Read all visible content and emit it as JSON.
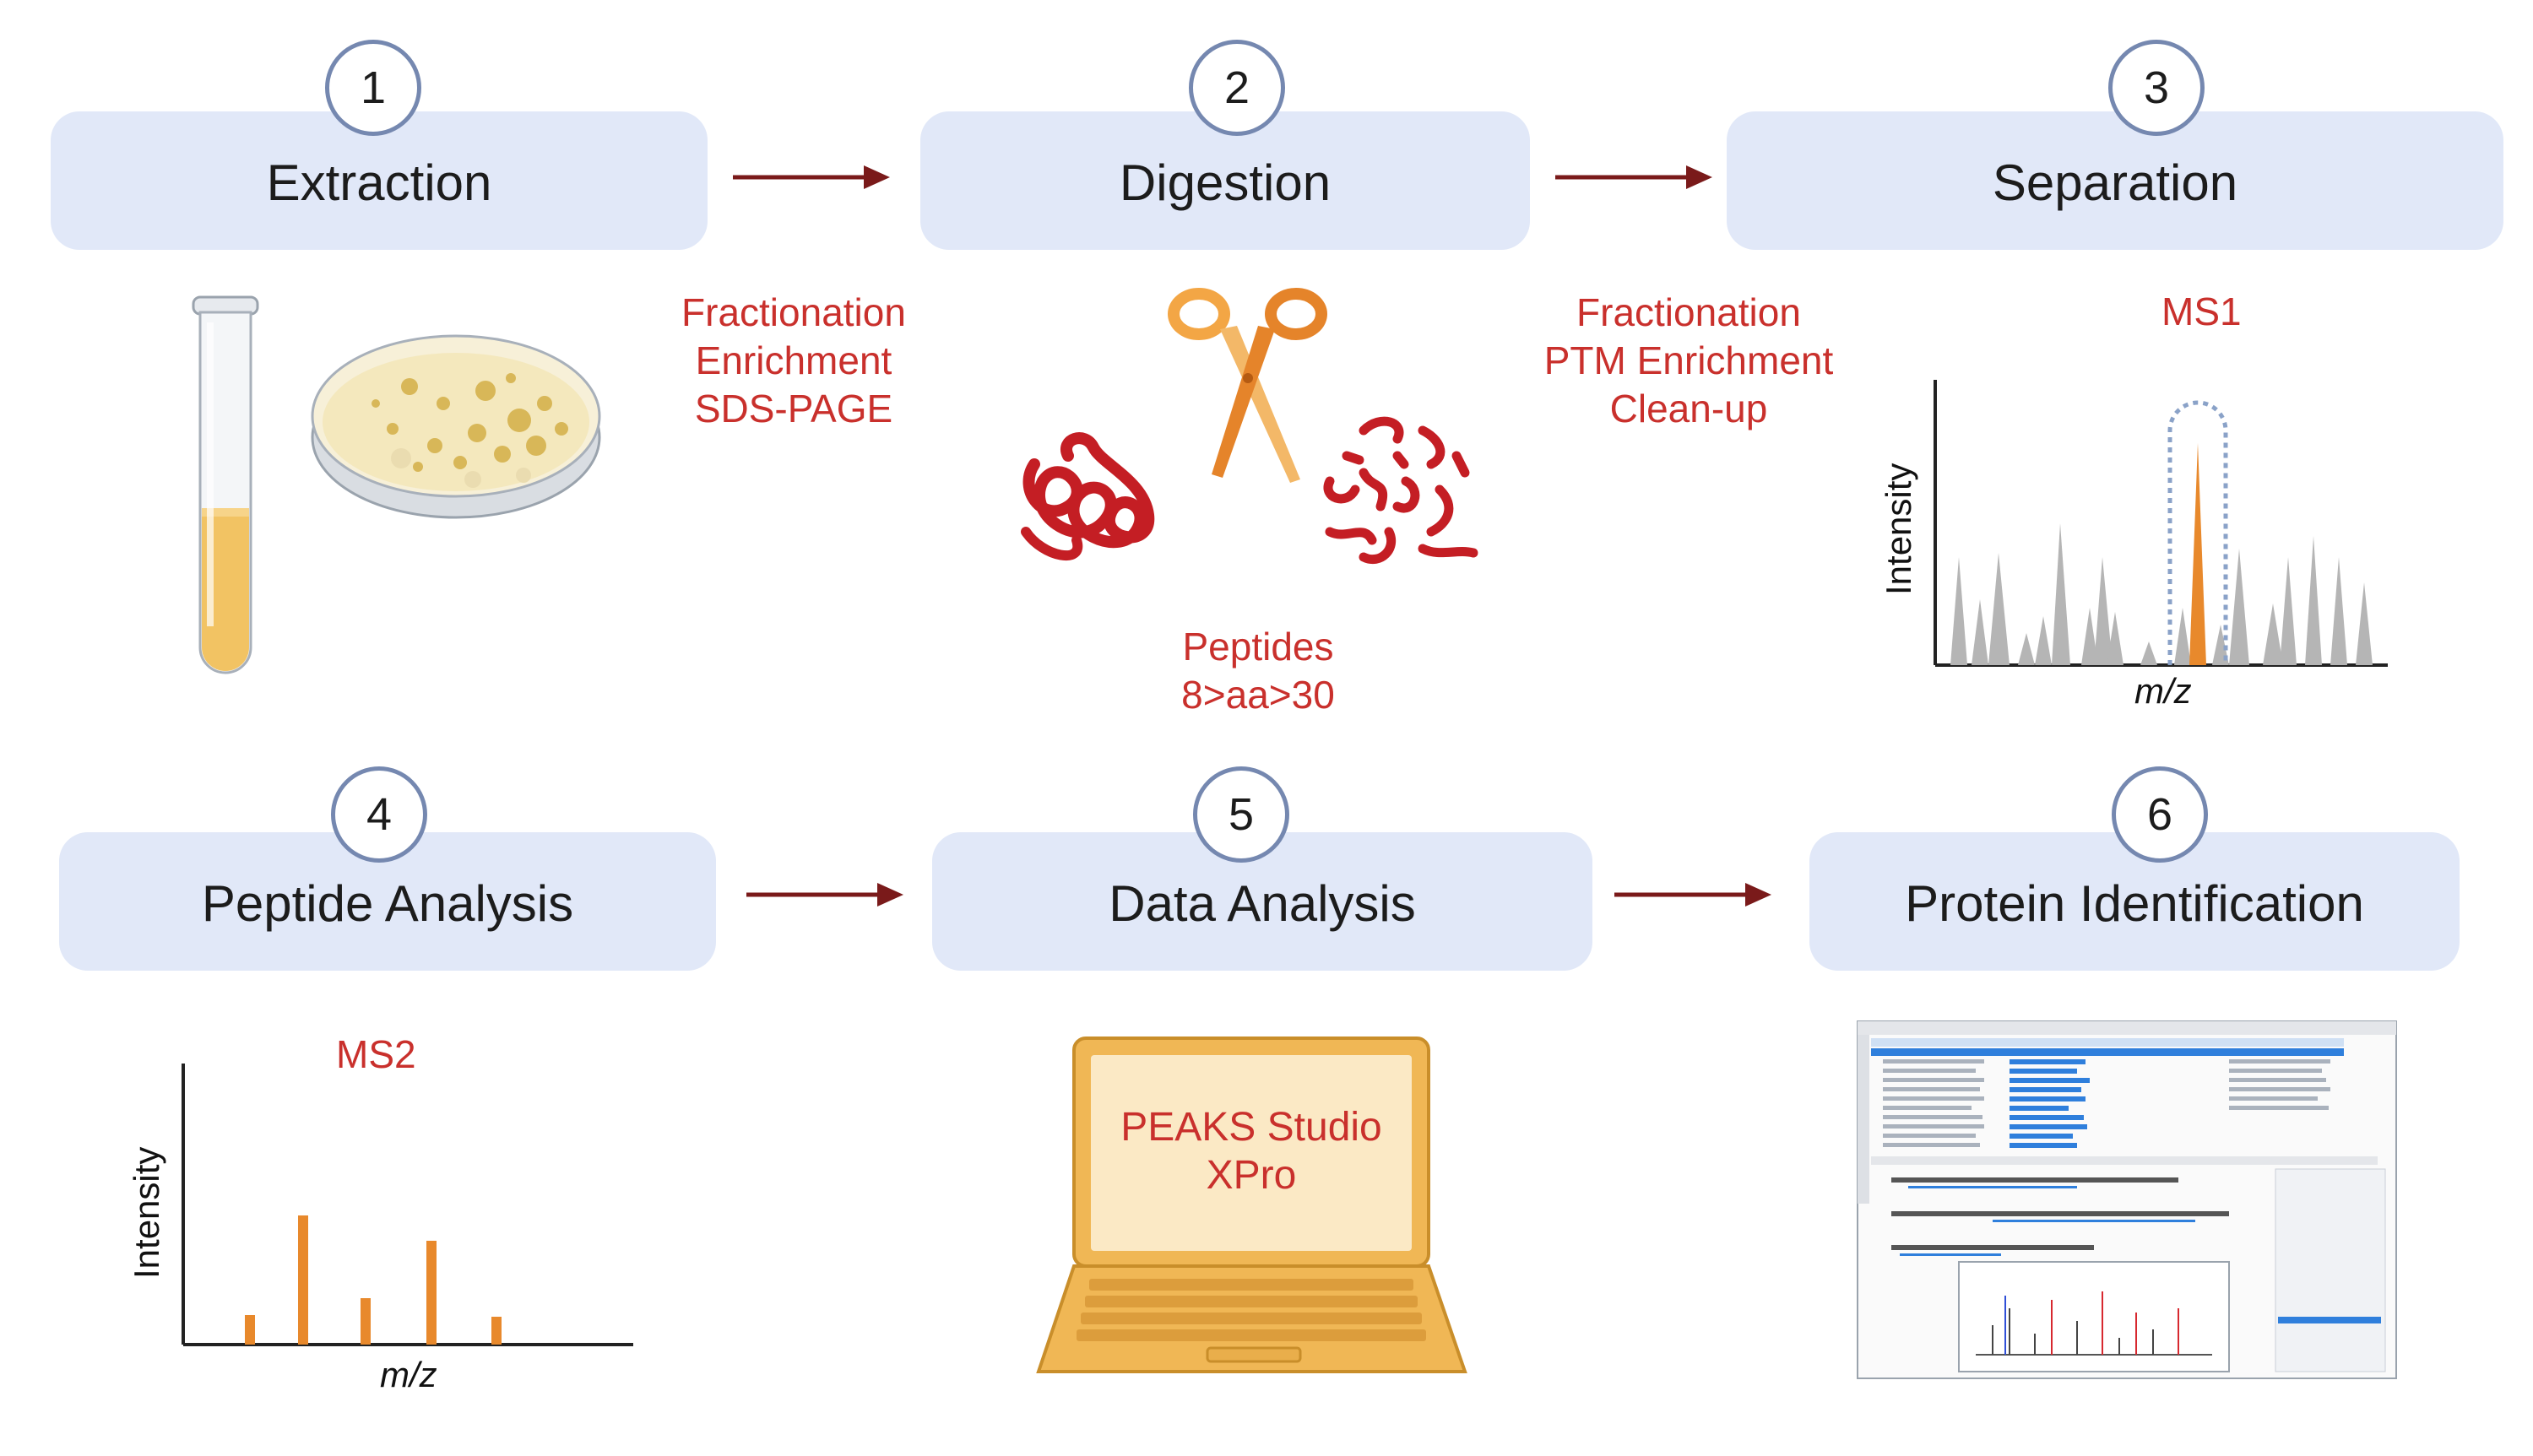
{
  "steps": [
    {
      "number": "1",
      "title": "Extraction"
    },
    {
      "number": "2",
      "title": "Digestion"
    },
    {
      "number": "3",
      "title": "Separation"
    },
    {
      "number": "4",
      "title": "Peptide Analysis"
    },
    {
      "number": "5",
      "title": "Data Analysis"
    },
    {
      "number": "6",
      "title": "Protein Identification"
    }
  ],
  "notes": {
    "after_extraction": [
      "Fractionation",
      "Enrichment",
      "SDS-PAGE"
    ],
    "after_digestion": [
      "Fractionation",
      "PTM Enrichment",
      "Clean-up"
    ],
    "peptides": [
      "Peptides",
      "8>aa>30"
    ]
  },
  "ms1": {
    "title": "MS1",
    "ylabel": "Intensity",
    "xlabel": "m/z"
  },
  "ms2": {
    "title": "MS2",
    "ylabel": "Intensity",
    "xlabel": "m/z"
  },
  "laptop": {
    "line1": "PEAKS Studio",
    "line2": "XPro"
  },
  "colors": {
    "box": "#e1e8f8",
    "badge_border": "#7588b0",
    "accent_red": "#c9302c",
    "arrow": "#7a1a1a",
    "peak_orange": "#e8892c",
    "peak_grey": "#b5b5b5",
    "laptop": "#f0b755"
  },
  "icons": [
    "test-tube-icon",
    "petri-dish-icon",
    "scissors-icon",
    "protein-coil-icon",
    "peptide-fragments-icon",
    "laptop-icon",
    "software-screenshot-icon"
  ]
}
